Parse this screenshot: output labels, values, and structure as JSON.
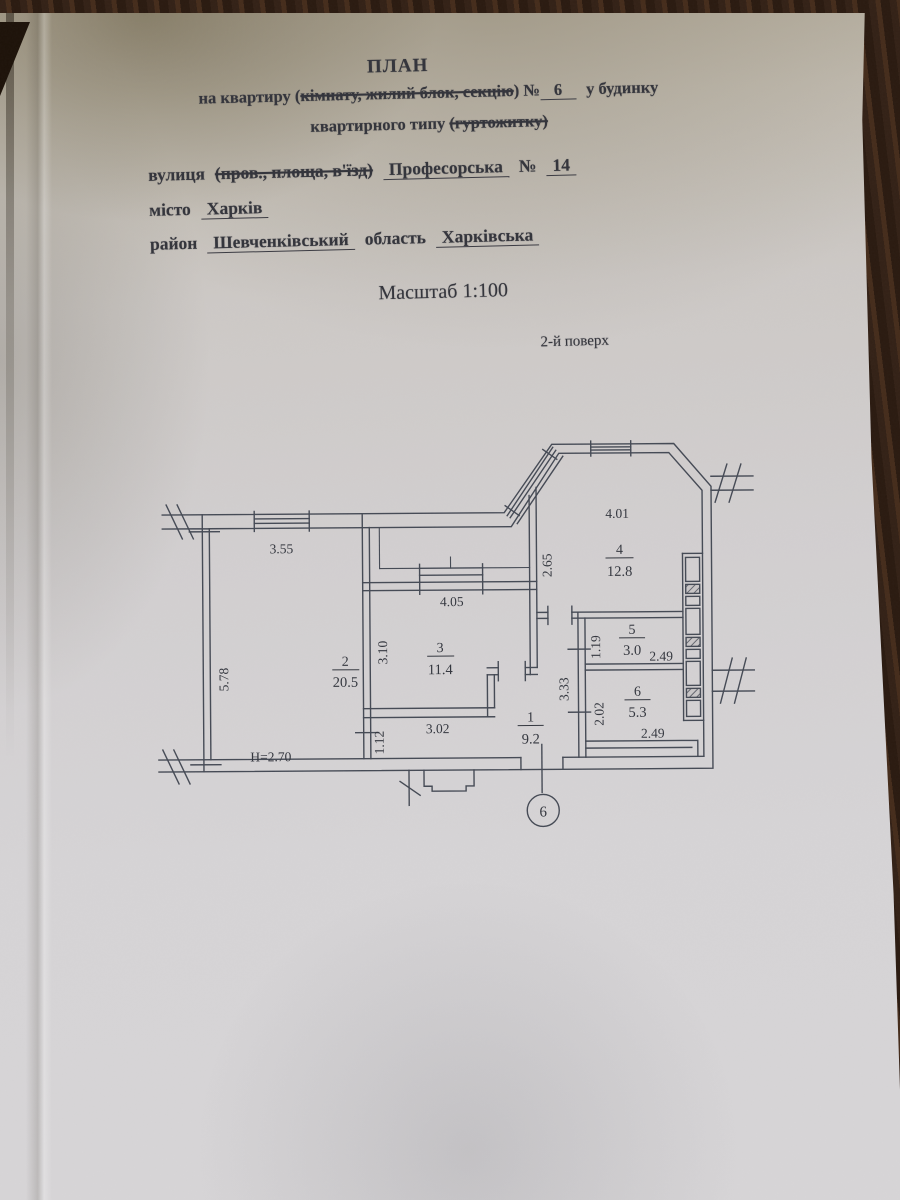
{
  "header": {
    "title": "ПЛАН",
    "line2_pre": "на квартиру (",
    "line2_struck": "кімнату, жилий блок, секцію",
    "line2_mid": ") №",
    "line2_number": "6",
    "line2_post": "у будинку",
    "line3_pre": "квартирного типу ",
    "line3_struck": "(гуртожитку)",
    "line4_label": "вулиця",
    "line4_struck": "(пров., площа, в'їзд)",
    "line4_street": "Професорська",
    "line4_no_sign": "№",
    "line4_number": "14",
    "line5_label": "місто",
    "line5_value": "Харків",
    "line6_label1": "район",
    "line6_value1": "Шевченківський",
    "line6_label2": "область",
    "line6_value2": "Харківська",
    "scale": "Масштаб 1:100",
    "floor": "2-й поверх"
  },
  "plan": {
    "rooms": [
      {
        "num": "1",
        "area": "9.2"
      },
      {
        "num": "2",
        "area": "20.5"
      },
      {
        "num": "3",
        "area": "11.4"
      },
      {
        "num": "4",
        "area": "12.8"
      },
      {
        "num": "5",
        "area": "3.0"
      },
      {
        "num": "6",
        "area": "5.3"
      }
    ],
    "dims": {
      "r2_window": "3.55",
      "r2_height": "5.78",
      "r3_width": "4.05",
      "r3_height": "3.10",
      "r3_bottom": "3.02",
      "r1_left": "1.12",
      "r4_left": "2.65",
      "r4_width": "4.01",
      "r5_left": "1.19",
      "r5_width": "2.49",
      "r1_right": "3.33",
      "r6_left": "2.02",
      "r6_width": "2.49"
    },
    "ceiling_height": "Н=2.70",
    "unit_marker": "6"
  },
  "colors": {
    "ink": "#3d414b",
    "paper": "#d2cfd0",
    "wood": "#332116"
  }
}
